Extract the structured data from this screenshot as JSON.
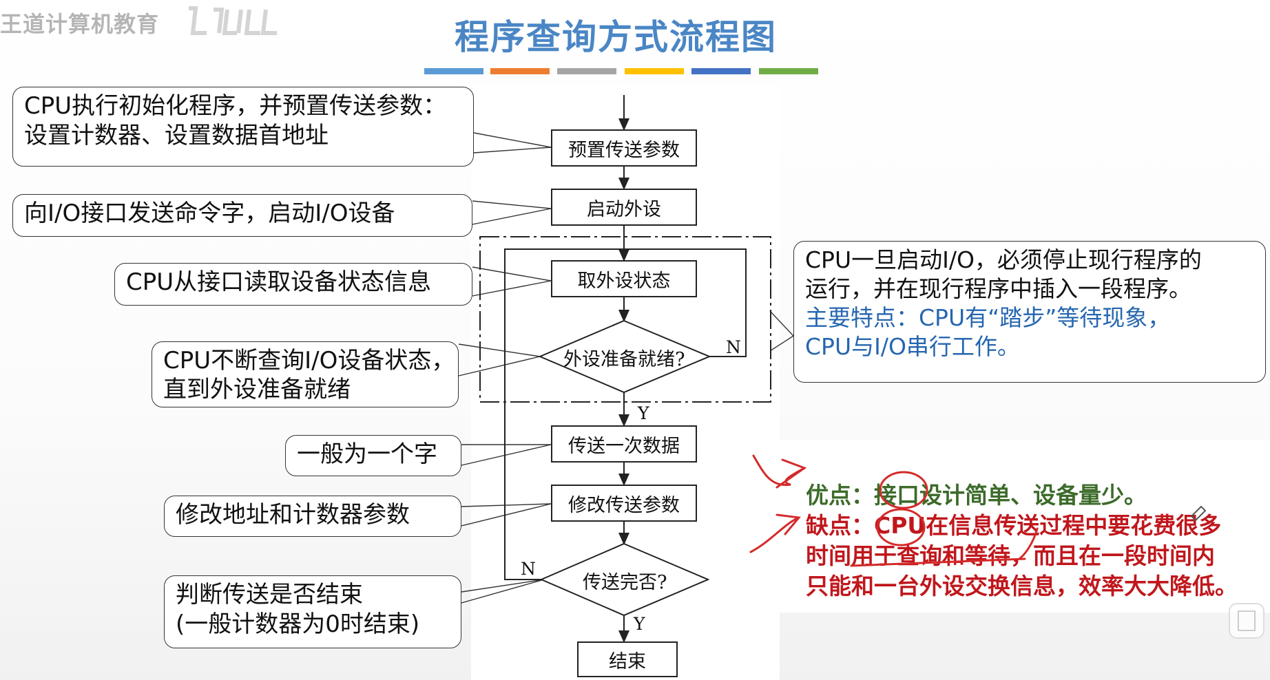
{
  "watermark": "王道计算机教育",
  "title": "程序查询方式流程图",
  "accent_bar_colors": [
    "#5b9bd5",
    "#ed7d31",
    "#a5a5a5",
    "#ffc000",
    "#4472c4",
    "#70ad47"
  ],
  "flow": {
    "boxes": [
      "预置传送参数",
      "启动外设",
      "取外设状态",
      "传送一次数据",
      "修改传送参数",
      "结束"
    ],
    "decision_ready": "外设准备就绪?",
    "decision_done": "传送完否?",
    "branch_n": "N",
    "branch_y": "Y"
  },
  "callouts": {
    "init": [
      "CPU执行初始化程序，并预置传送参数：",
      "设置计数器、设置数据首地址"
    ],
    "start": "向I/O接口发送命令字，启动I/O设备",
    "read": "CPU从接口读取设备状态信息",
    "poll": [
      "CPU不断查询I/O设备状态，",
      "直到外设准备就绪"
    ],
    "word": "一般为一个字",
    "modify": "修改地址和计数器参数",
    "end_check": [
      "判断传送是否结束",
      "(一般计数器为0时结束)"
    ],
    "right": {
      "line1": "CPU一旦启动I/O，必须停止现行程序的",
      "line2": "运行，并在现行程序中插入一段程序。",
      "feature1": "主要特点：CPU有“踏步”等待现象，",
      "feature2": "CPU与I/O串行工作。",
      "feature_color": "#2566b0"
    }
  },
  "notes": {
    "advantage": "优点：接口设计简单、设备量少。",
    "disadvantage1": "缺点：CPU在信息传送过程中要花费很多",
    "disadvantage2": "时间用于查询和等待，而且在一段时间内",
    "disadvantage3": "只能和一台外设交换信息，效率大大降低。",
    "advantage_color": "#3c6b2a",
    "disadvantage_color": "#c0171c",
    "annotation_color": "#d42a2a"
  }
}
